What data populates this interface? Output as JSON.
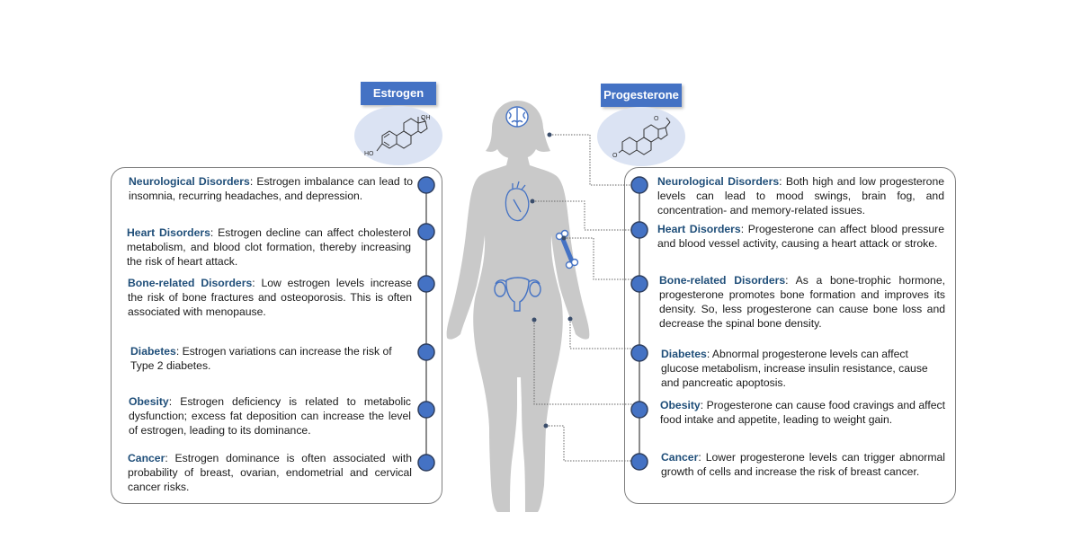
{
  "estrogen": {
    "title": "Estrogen",
    "molecule_labels": {
      "oh_top": "OH",
      "ho_left": "HO"
    },
    "items": [
      {
        "title": "Neurological Disorders",
        "text": ": Estrogen imbalance can lead to insomnia, recurring headaches, and depression."
      },
      {
        "title": "Heart Disorders",
        "text": ": Estrogen decline can affect cholesterol metabolism, and blood clot formation, thereby increasing the risk of heart attack."
      },
      {
        "title": "Bone-related Disorders",
        "text": ": Low estrogen levels increase the risk of bone fractures and osteoporosis. This is often associated with menopause."
      },
      {
        "title": "Diabetes",
        "text": ": Estrogen variations can increase the risk of Type 2 diabetes."
      },
      {
        "title": "Obesity",
        "text": ": Estrogen deficiency is related to metabolic dysfunction; excess fat deposition can increase the level of estrogen, leading to its dominance."
      },
      {
        "title": "Cancer",
        "text": ": Estrogen dominance is often associated with probability of breast, ovarian, endometrial and cervical cancer risks."
      }
    ]
  },
  "progesterone": {
    "title": "Progesterone",
    "molecule_labels": {
      "o_top": "O",
      "o_left": "O"
    },
    "items": [
      {
        "title": "Neurological Disorders",
        "text": ": Both high and low progesterone levels can lead to mood swings, brain fog, and concentration- and memory-related issues."
      },
      {
        "title": "Heart Disorders",
        "text": ": Progesterone can affect blood pressure and blood vessel activity, causing a heart attack or stroke."
      },
      {
        "title": "Bone-related Disorders",
        "text": ": As a bone-trophic hormone, progesterone promotes bone formation and improves its density. So, less progesterone can cause bone loss and decrease the spinal bone density."
      },
      {
        "title": "Diabetes",
        "text": ": Abnormal progesterone levels can affect glucose metabolism, increase insulin resistance, cause and pancreatic apoptosis."
      },
      {
        "title": "Obesity",
        "text": ": Progesterone can cause food cravings and affect food intake and appetite, leading to weight gain."
      },
      {
        "title": "Cancer",
        "text": ": Lower progesterone levels can trigger abnormal growth of cells and increase the risk of breast cancer."
      }
    ]
  },
  "body_figure": {
    "organs": [
      "brain-icon",
      "heart-icon",
      "bone-icon",
      "uterus-icon"
    ]
  },
  "colors": {
    "accent": "#4472c4",
    "title_text": "#1f4e79",
    "body": "#c9c9c9",
    "molecule_bg": "#dbe3f3"
  }
}
